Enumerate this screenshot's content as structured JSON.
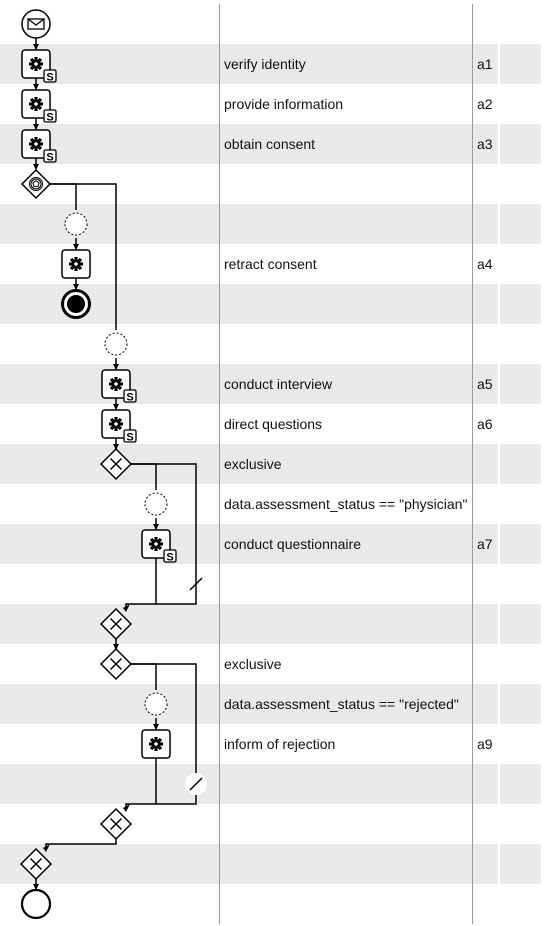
{
  "rows": [
    {
      "type": "message-start",
      "label": "",
      "id": ""
    },
    {
      "type": "service-task",
      "label": "verify identity",
      "id": "a1"
    },
    {
      "type": "service-task",
      "label": "provide information",
      "id": "a2"
    },
    {
      "type": "service-task",
      "label": "obtain consent",
      "id": "a3"
    },
    {
      "type": "event-gateway",
      "label": "",
      "id": ""
    },
    {
      "type": "intermediate-dashed",
      "label": "",
      "id": ""
    },
    {
      "type": "task",
      "label": "retract consent",
      "id": "a4"
    },
    {
      "type": "end-terminate",
      "label": "",
      "id": ""
    },
    {
      "type": "intermediate-dashed",
      "label": "",
      "id": ""
    },
    {
      "type": "service-task",
      "label": "conduct interview",
      "id": "a5"
    },
    {
      "type": "service-task",
      "label": "direct questions",
      "id": "a6"
    },
    {
      "type": "exclusive-gateway",
      "label": "exclusive",
      "id": ""
    },
    {
      "type": "intermediate-dashed",
      "label": "data.assessment_status == \"physician\"",
      "id": ""
    },
    {
      "type": "service-task",
      "label": "conduct questionnaire",
      "id": "a7"
    },
    {
      "type": "default-flow",
      "label": "",
      "id": ""
    },
    {
      "type": "exclusive-gateway-join",
      "label": "",
      "id": ""
    },
    {
      "type": "exclusive-gateway",
      "label": "exclusive",
      "id": ""
    },
    {
      "type": "intermediate-dashed",
      "label": "data.assessment_status == \"rejected\"",
      "id": ""
    },
    {
      "type": "task",
      "label": "inform of rejection",
      "id": "a9"
    },
    {
      "type": "default-flow",
      "label": "",
      "id": ""
    },
    {
      "type": "exclusive-gateway-join",
      "label": "",
      "id": ""
    },
    {
      "type": "exclusive-gateway-join",
      "label": "",
      "id": ""
    },
    {
      "type": "end",
      "label": "",
      "id": ""
    }
  ],
  "colors": {
    "stripe": "#e9e9e9",
    "line": "#000000",
    "separator": "#9a9a9a"
  }
}
